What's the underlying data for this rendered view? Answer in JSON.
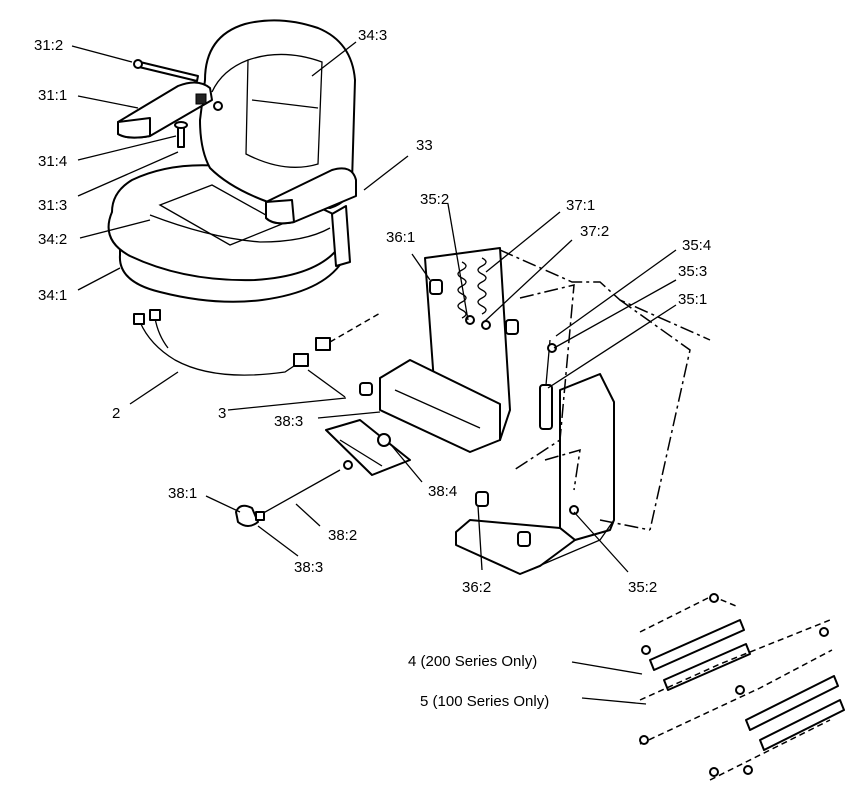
{
  "callouts": [
    {
      "id": "c-31-2",
      "label": "31:2"
    },
    {
      "id": "c-31-1",
      "label": "31:1"
    },
    {
      "id": "c-31-4",
      "label": "31:4"
    },
    {
      "id": "c-31-3",
      "label": "31:3"
    },
    {
      "id": "c-34-2",
      "label": "34:2"
    },
    {
      "id": "c-34-1",
      "label": "34:1"
    },
    {
      "id": "c-34-3",
      "label": "34:3"
    },
    {
      "id": "c-33",
      "label": "33"
    },
    {
      "id": "c-35-2a",
      "label": "35:2"
    },
    {
      "id": "c-37-1",
      "label": "37:1"
    },
    {
      "id": "c-37-2",
      "label": "37:2"
    },
    {
      "id": "c-36-1",
      "label": "36:1"
    },
    {
      "id": "c-35-4",
      "label": "35:4"
    },
    {
      "id": "c-35-3",
      "label": "35:3"
    },
    {
      "id": "c-35-1",
      "label": "35:1"
    },
    {
      "id": "c-2",
      "label": "2"
    },
    {
      "id": "c-3",
      "label": "3"
    },
    {
      "id": "c-38-3a",
      "label": "38:3"
    },
    {
      "id": "c-38-4",
      "label": "38:4"
    },
    {
      "id": "c-38-1",
      "label": "38:1"
    },
    {
      "id": "c-38-2",
      "label": "38:2"
    },
    {
      "id": "c-38-3b",
      "label": "38:3"
    },
    {
      "id": "c-36-2",
      "label": "36:2"
    },
    {
      "id": "c-35-2b",
      "label": "35:2"
    },
    {
      "id": "c-4",
      "label": "4 (200 Series Only)"
    },
    {
      "id": "c-5",
      "label": "5 (100 Series Only)"
    }
  ]
}
